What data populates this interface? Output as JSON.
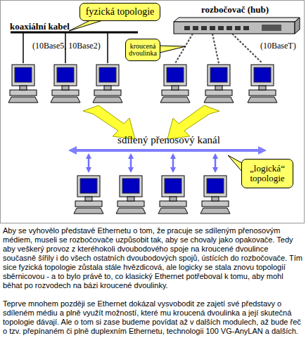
{
  "diagram": {
    "nodes": [
      {
        "text": [
          "fyzická topologie"
        ]
      },
      {
        "text": [
          "rozbočovač (hub)"
        ]
      },
      {
        "text": [
          "kroucená dvoulinka"
        ]
      },
      {
        "text": [
          "„logická“ topologie"
        ]
      }
    ],
    "labels": [
      "koaxiální kabel",
      "(10Base5, 10Base2)",
      "(10BaseT)",
      "sdílený přenosový kanál",
      "Aby se vyhovělo představě Ethernetu o tom, že pracuje se sdíleným přenosovým médiem, museli se rozbočovače uzpůsobit tak, aby se chovaly jako opakovače. Tedy aby veškerý provoz z kteréhokoli dvoubodového spoje na kroucené dvoulince současně šířily i do všech ostatních dvoubodových spojů, ústících do rozbočovače. Tím sice fyzická topologie zůstala stále hvězdicová, ale logicky se stala znovu topologií sběrnicovou - a to bylo právě to, co klasický Ethernet potřeboval k tomu, aby mohl běhat po rozvodech na bázi kroucené dvoulinky.",
      "Teprve mnohem později se Ethernet dokázal vysvobodit ze zajetí své představy o sdíleném médiu a plně využít možností, které mu kroucená dvoulinka a její skutečná topologie dávají. Ale o tom si zase budeme povídat až v dalších modulech, až bude řeč o tzv. přepínaném či plně duplexním Ethernetu, technologii 100 VG-AnyLAN a dalších."
    ]
  }
}
